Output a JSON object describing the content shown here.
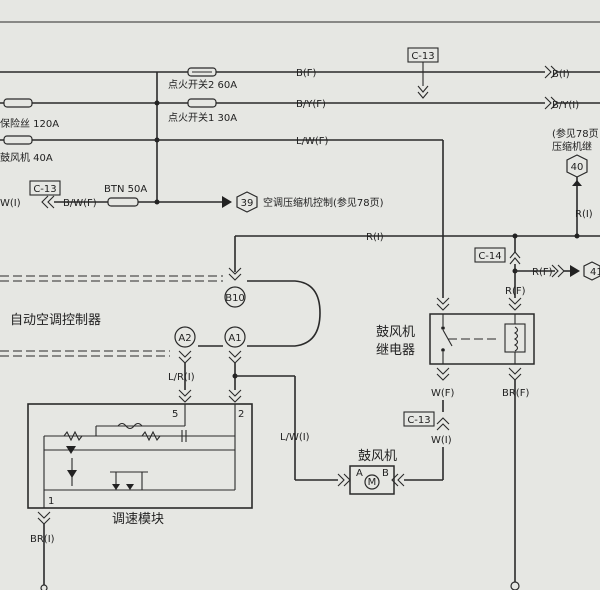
{
  "wires": {
    "bf_left": "B(F)",
    "bi_right": "B(I)",
    "byf_left": "B/Y(F)",
    "byi_right": "B/Y(I)",
    "lwf": "L/W(F)",
    "bwf": "B/W(F)",
    "wi_left": "W(I)",
    "ri_top": "R(I)",
    "rf_relay_in": "R(F)",
    "rf_branch": "R(F)",
    "ri_right": "R(I)",
    "wf_relay_out": "W(F)",
    "brf": "BR(F)",
    "wi_motor": "W(I)",
    "lwi": "L/W(I)",
    "lri": "L/R(I)",
    "bri": "BR(I)"
  },
  "fuses": {
    "ignition2": "点火开关2 60A",
    "ignition1": "点火开关1 30A",
    "main": "保险丝 120A",
    "blower": "鼓风机 40A",
    "btn": "BTN 50A"
  },
  "connectors": {
    "c13_top": "C-13",
    "c13_left": "C-13",
    "c14": "C-14",
    "c13_bottom": "C-13"
  },
  "refs": {
    "ref39_num": "39",
    "ref39_text": "空调压缩机控制(参见78页)",
    "ref40_num": "40",
    "ref40_line1": "(参见78页",
    "ref40_line2": "压缩机继",
    "ref41_num": "41"
  },
  "pins": {
    "b10": "B10",
    "a2": "A2",
    "a1": "A1",
    "p5": "5",
    "p2": "2",
    "p1": "1",
    "ma": "A",
    "mb": "B",
    "m": "M"
  },
  "components": {
    "controller": "自动空调控制器",
    "relay_l1": "鼓风机",
    "relay_l2": "继电器",
    "motor": "鼓风机",
    "module": "调速模块"
  }
}
